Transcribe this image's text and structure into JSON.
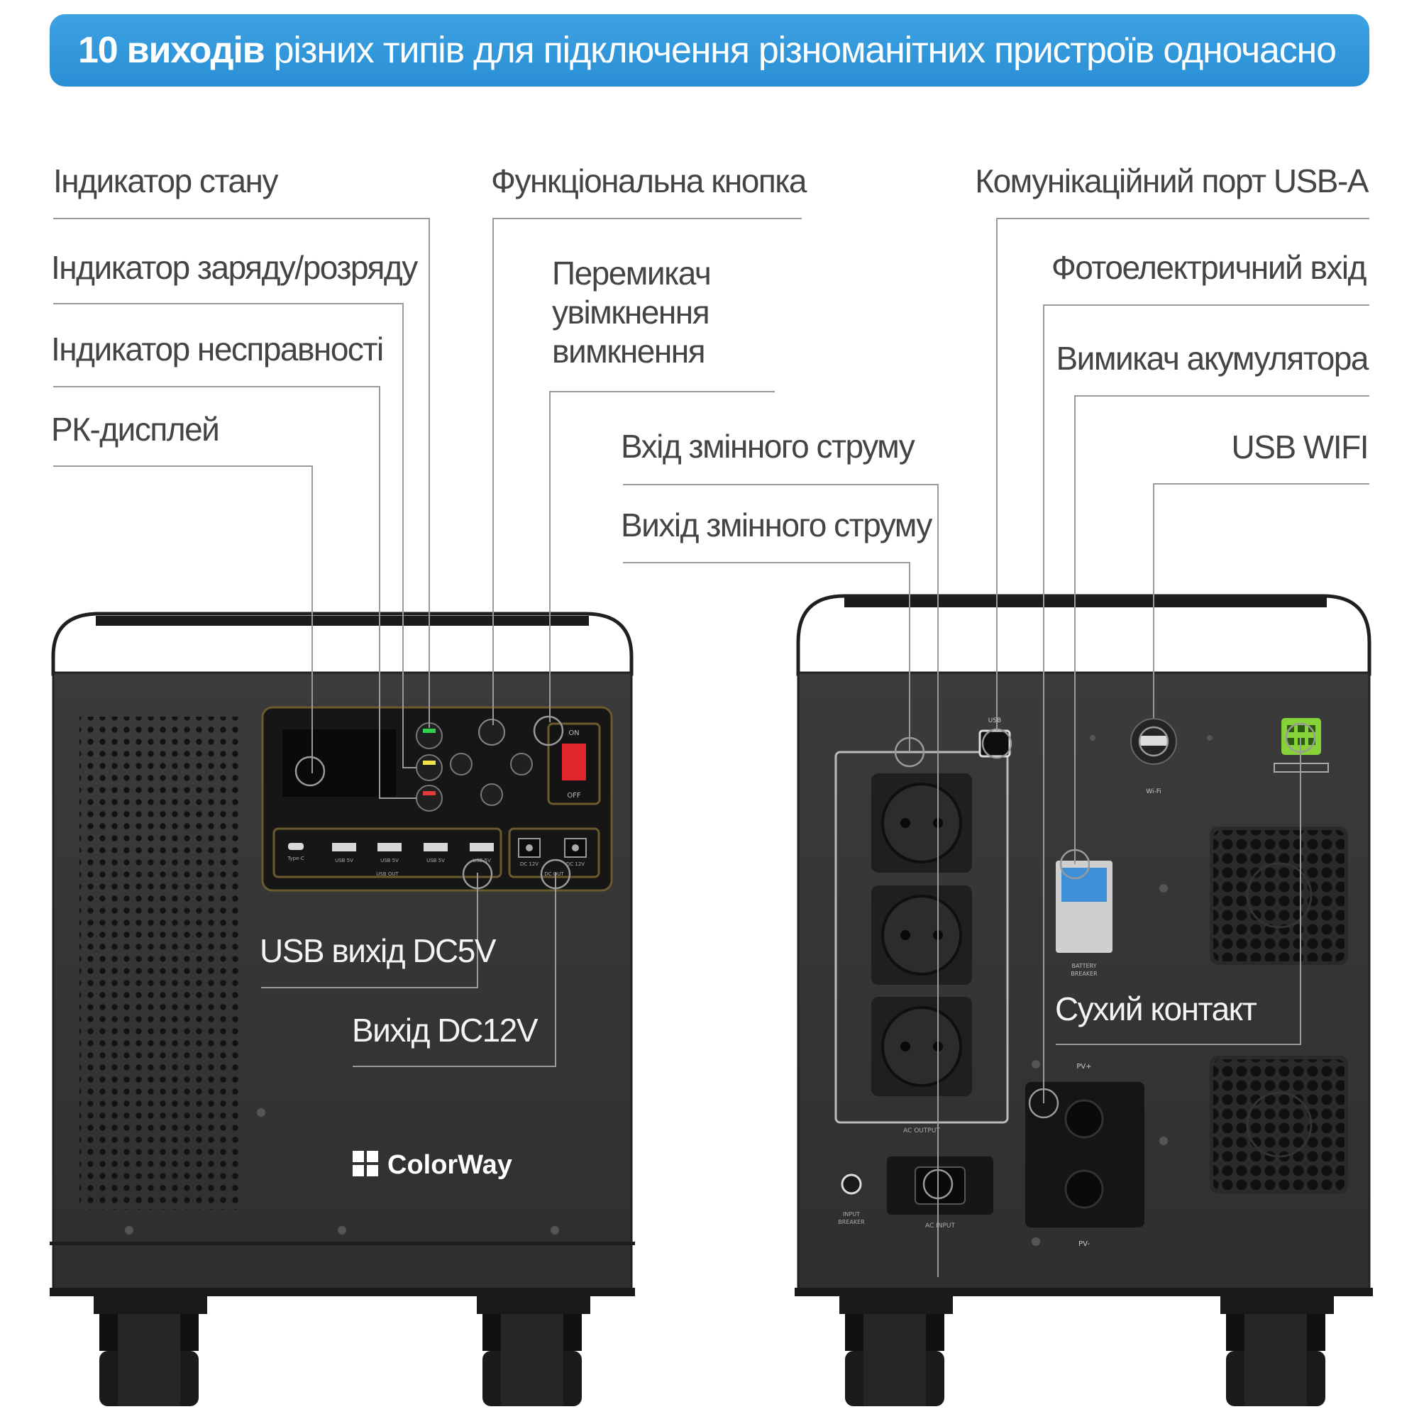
{
  "banner": {
    "bold": "10 виходів",
    "rest": " різних типів для підключення різноманітних пристроїв одночасно"
  },
  "labels": {
    "status_indicator": "Індикатор стану",
    "charge_indicator": "Індикатор заряду/розряду",
    "fault_indicator": "Індикатор несправності",
    "lcd": "РК-дисплей",
    "function_button": "Функціональна кнопка",
    "power_switch": "Перемикач увімкнення вимкнення",
    "ac_input": "Вхід змінного струму",
    "ac_output": "Вихід змінного струму",
    "usb_comm": "Комунікаційний порт USB-A",
    "pv_input": "Фотоелектричний вхід",
    "battery_breaker": "Вимикач акумулятора",
    "usb_wifi": "USB WIFI",
    "usb_out": "USB вихід DC5V",
    "dc12_out": "Вихід DC12V",
    "dry_contact": "Сухий контакт"
  },
  "device_text": {
    "brand": "ColorWay",
    "on": "ON",
    "off": "OFF",
    "usb_out_caption": "USB OUT",
    "dc_out_caption": "DC OUT",
    "typec": "Type-C",
    "usb1": "USB 5V",
    "usb2": "USB 5V",
    "usb3": "USB 5V",
    "usb4": "USB 5V",
    "dc1": "DC 12V",
    "dc2": "DC 12V",
    "usb_port": "USB",
    "wifi": "Wi-Fi",
    "battery": "BATTERY",
    "breaker": "BREAKER",
    "ac_output": "AC OUTPUT",
    "ac_input": "AC INPUT",
    "input": "INPUT",
    "input_breaker": "BREAKER",
    "pv_plus": "PV+",
    "pv_minus": "PV-"
  }
}
